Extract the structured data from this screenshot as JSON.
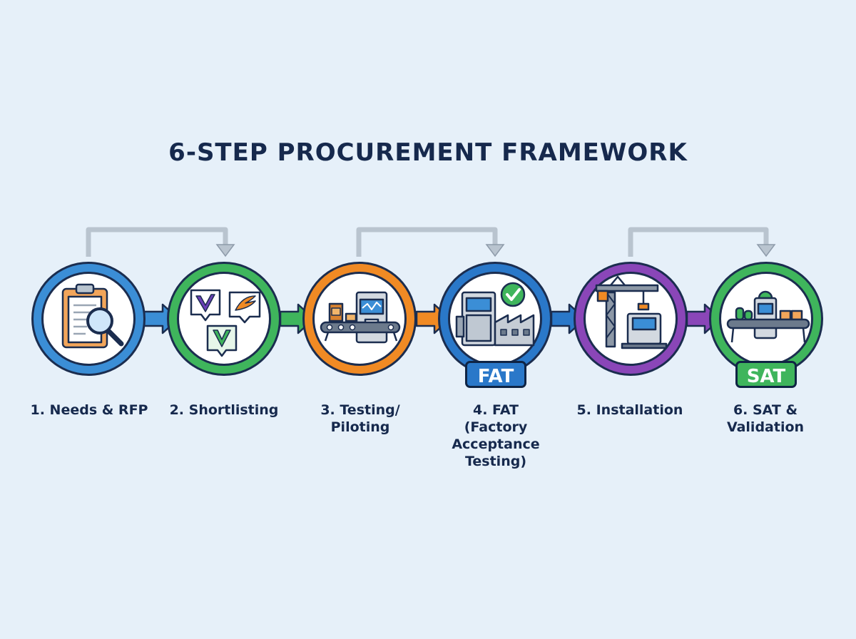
{
  "title": "6-STEP PROCUREMENT FRAMEWORK",
  "steps": [
    {
      "label": "1. Needs & RFP",
      "color": "#3b8ed6",
      "icon": "clipboard-search-icon"
    },
    {
      "label": "2. Shortlisting",
      "color": "#3fb55c",
      "icon": "vendor-logos-icon"
    },
    {
      "label": "3. Testing/ Piloting",
      "color": "#f08a24",
      "icon": "conveyor-machine-icon"
    },
    {
      "label": "4. FAT (Factory Acceptance Testing)",
      "color": "#2a78c9",
      "icon": "factory-check-icon",
      "badge": "FAT"
    },
    {
      "label": "5. Installation",
      "color": "#8a46b8",
      "icon": "crane-installation-icon"
    },
    {
      "label": "6. SAT & Validation",
      "color": "#3fb55c",
      "icon": "production-line-icon",
      "badge": "SAT"
    }
  ],
  "colors": {
    "background": "#e6f0f9",
    "title": "#16294d",
    "outline": "#1b2d4f",
    "connector": "#b9c4cf"
  }
}
